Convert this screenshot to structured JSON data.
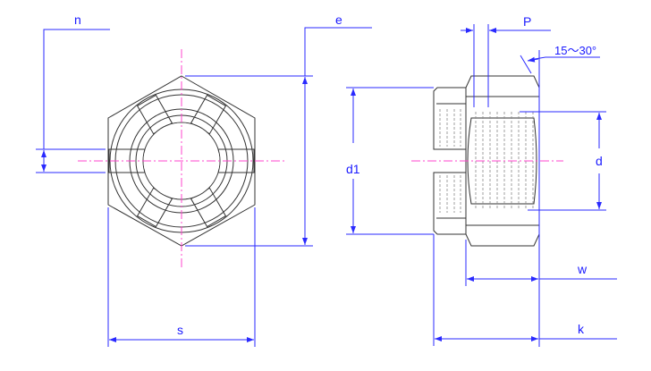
{
  "title": "Hexagon slotted / castle nut dimension drawing",
  "labels": {
    "n": "n",
    "e": "e",
    "s": "s",
    "d1": "d1",
    "P": "P",
    "angle": "15～30°",
    "d": "d",
    "w": "w",
    "k": "k"
  },
  "colors": {
    "dimension": "#2a2aff",
    "centerline": "#ff44cc",
    "outline": "#333333"
  }
}
